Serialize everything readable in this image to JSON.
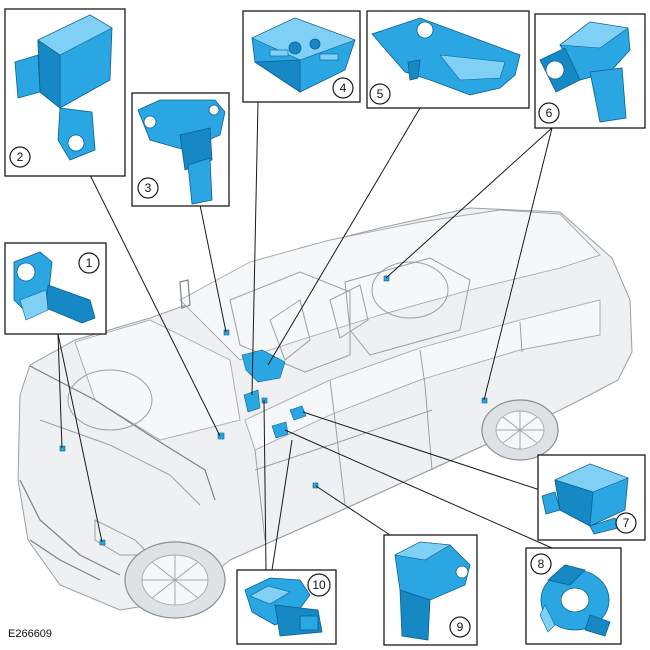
{
  "figure": {
    "id": "E266609"
  },
  "callouts": [
    {
      "number": "1"
    },
    {
      "number": "2"
    },
    {
      "number": "3"
    },
    {
      "number": "4"
    },
    {
      "number": "5"
    },
    {
      "number": "6"
    },
    {
      "number": "7"
    },
    {
      "number": "8"
    },
    {
      "number": "9"
    },
    {
      "number": "10"
    }
  ],
  "colors": {
    "component": "#2aa7e3",
    "component_outline": "#0c5f93",
    "vehicle_outline": "#9aa0a6",
    "callout_border": "#1a1a1a"
  }
}
